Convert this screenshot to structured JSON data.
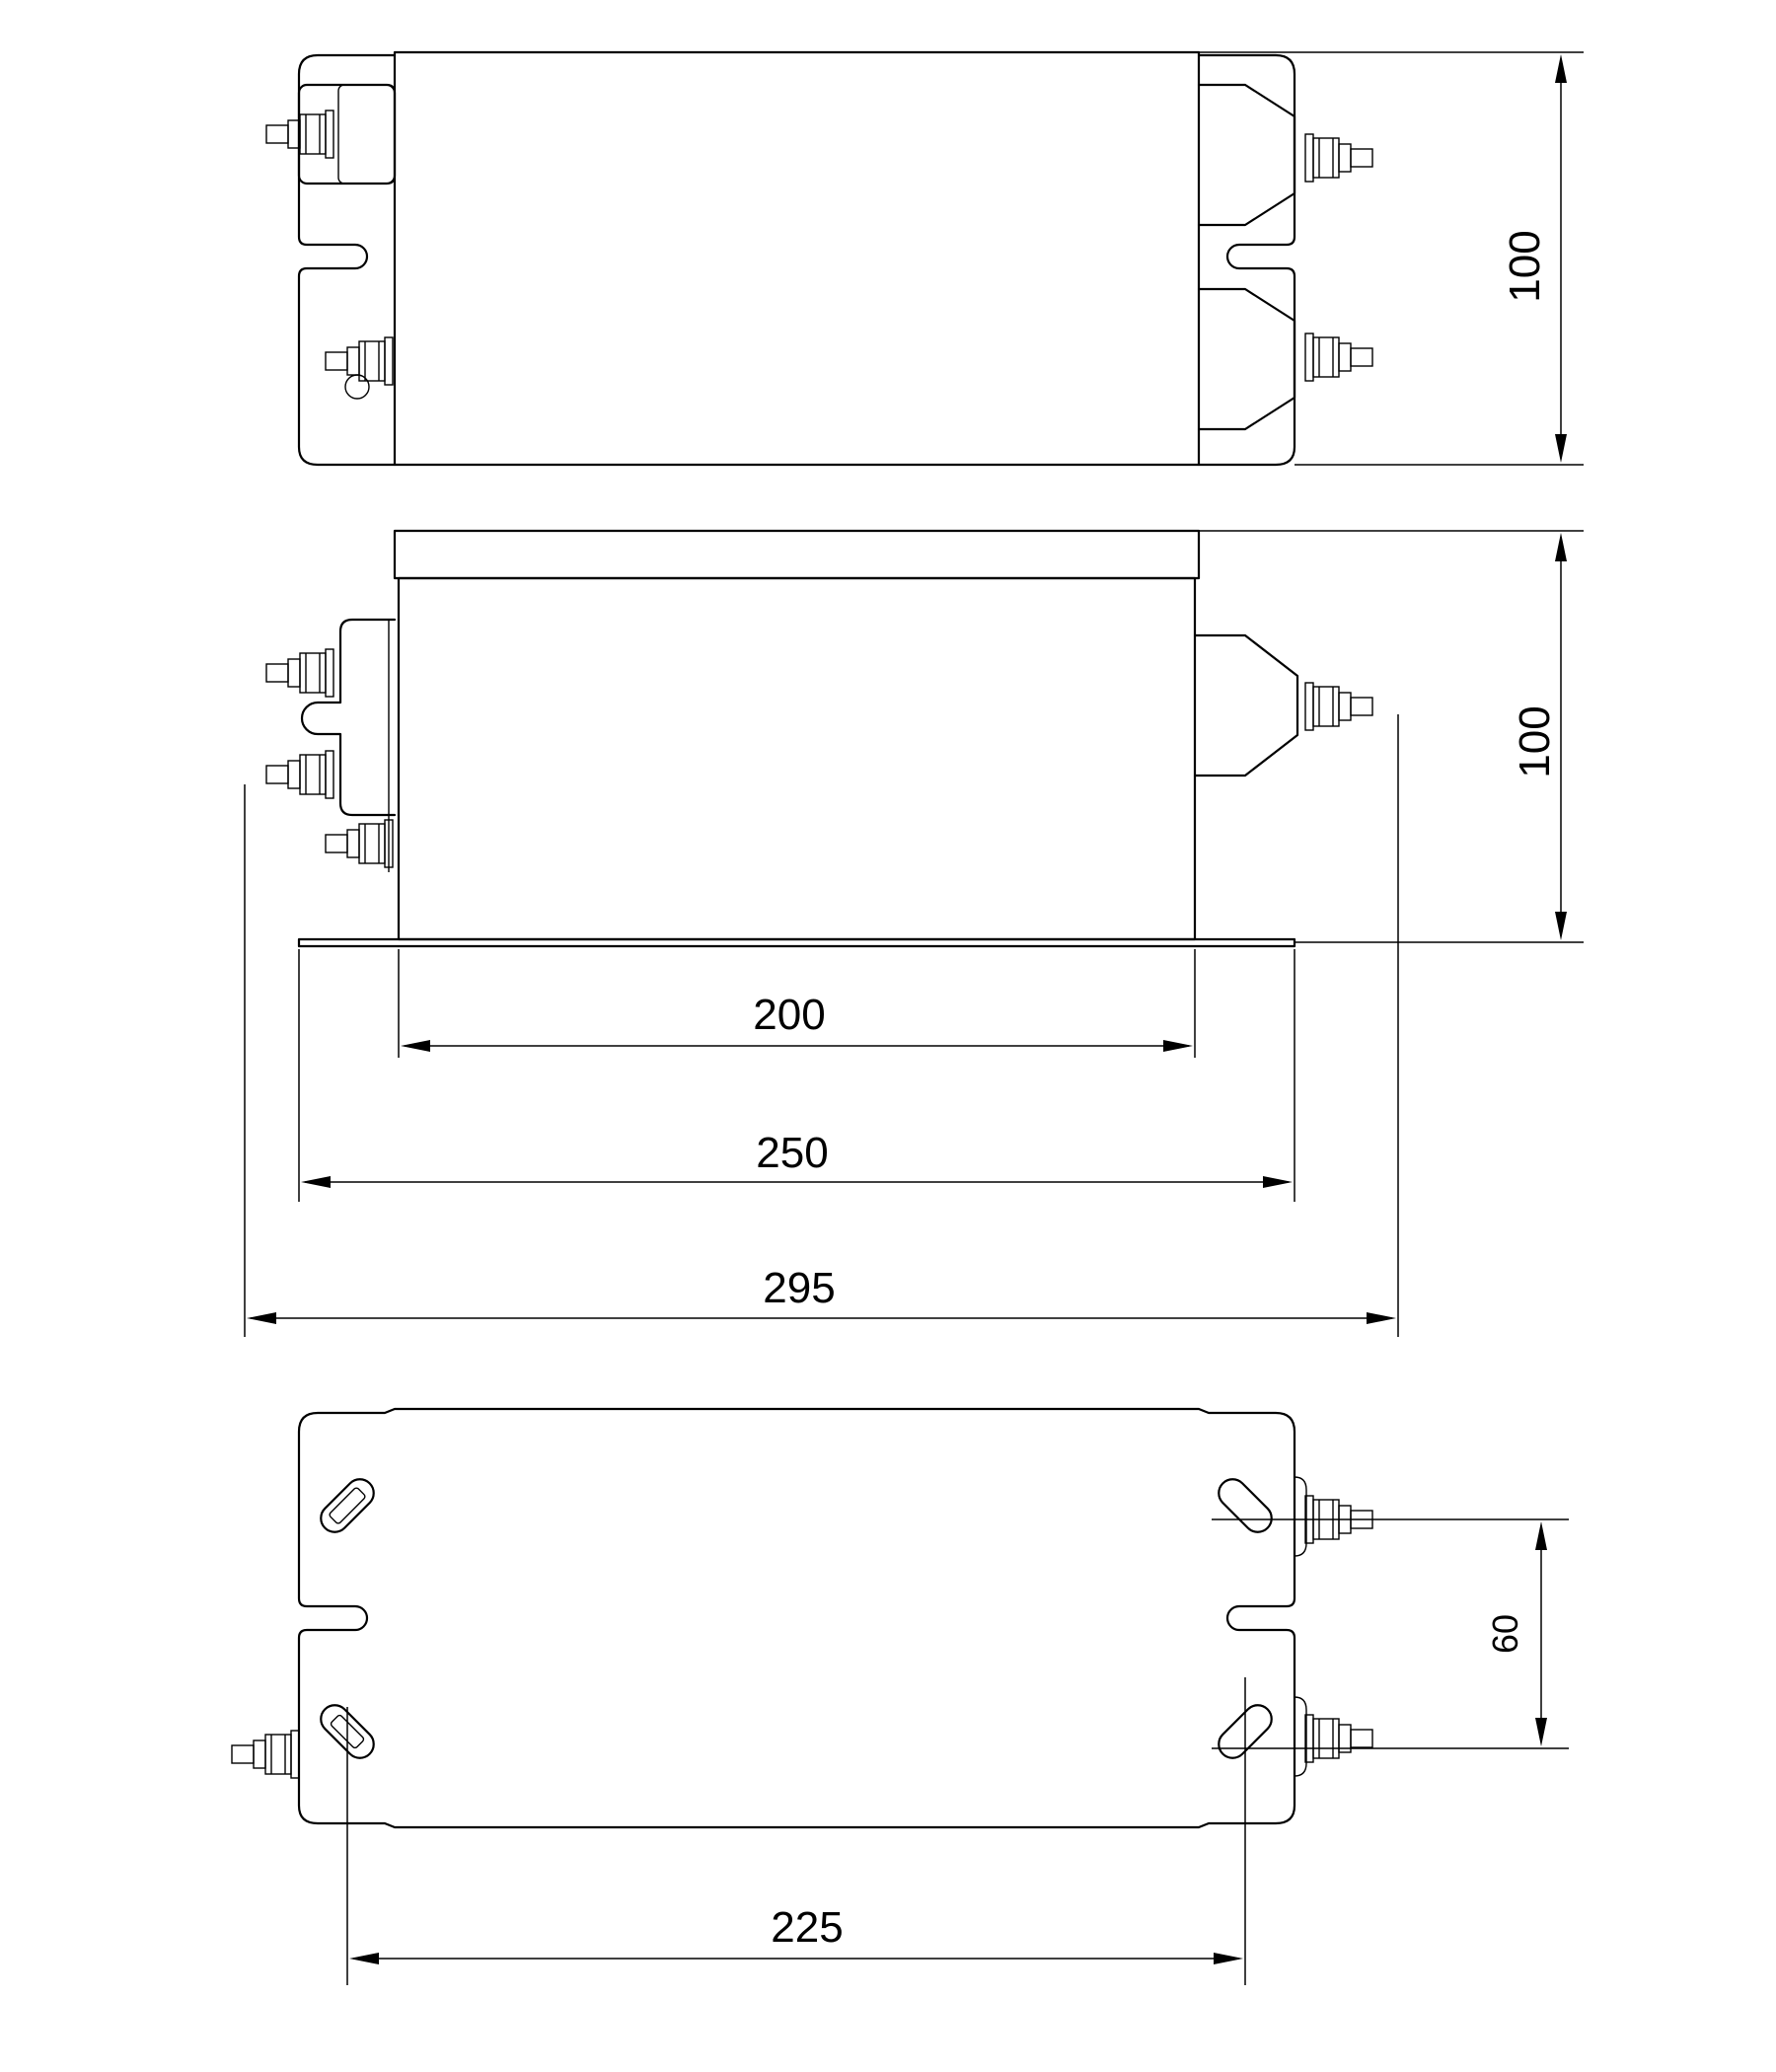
{
  "dimensions": {
    "top_height": "100",
    "side_height": "100",
    "body_length": "200",
    "flange_length": "250",
    "overall_length": "295",
    "mount_pitch_vertical": "60",
    "mount_pitch_horizontal": "225"
  }
}
